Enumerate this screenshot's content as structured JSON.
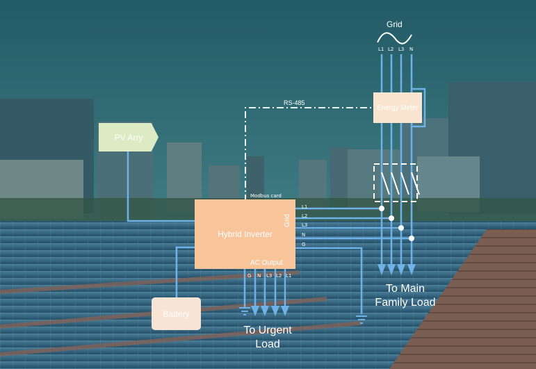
{
  "diagram": {
    "grid_label": "Grid",
    "grid_phases": [
      "L1",
      "L2",
      "L3",
      "N"
    ],
    "rs485_label": "RS-485",
    "energy_meter_label": "Energy Meter",
    "pv_array_label": "PV Arry",
    "modbus_label": "Modbus card",
    "inverter_label": "Hybrid Inverter",
    "inverter_grid_label": "Grid",
    "inverter_ac_output_label": "AC Output",
    "inverter_grid_terminals": [
      "L1",
      "L2",
      "L3",
      "N",
      "G"
    ],
    "ac_output_terminals": [
      "G",
      "N",
      "L3",
      "L2",
      "L1"
    ],
    "battery_label": "Battery",
    "main_load_label_line1": "To Main",
    "main_load_label_line2": "Family Load",
    "urgent_load_label_line1": "To Urgent",
    "urgent_load_label_line2": "Load"
  },
  "colors": {
    "wire": "#6fb2e8",
    "inverter": "#f8c49a",
    "pv_array": "#dcebc3",
    "energy_meter": "#f8e4cf",
    "battery": "#f7e4d4",
    "sky": "#2f6f78"
  }
}
